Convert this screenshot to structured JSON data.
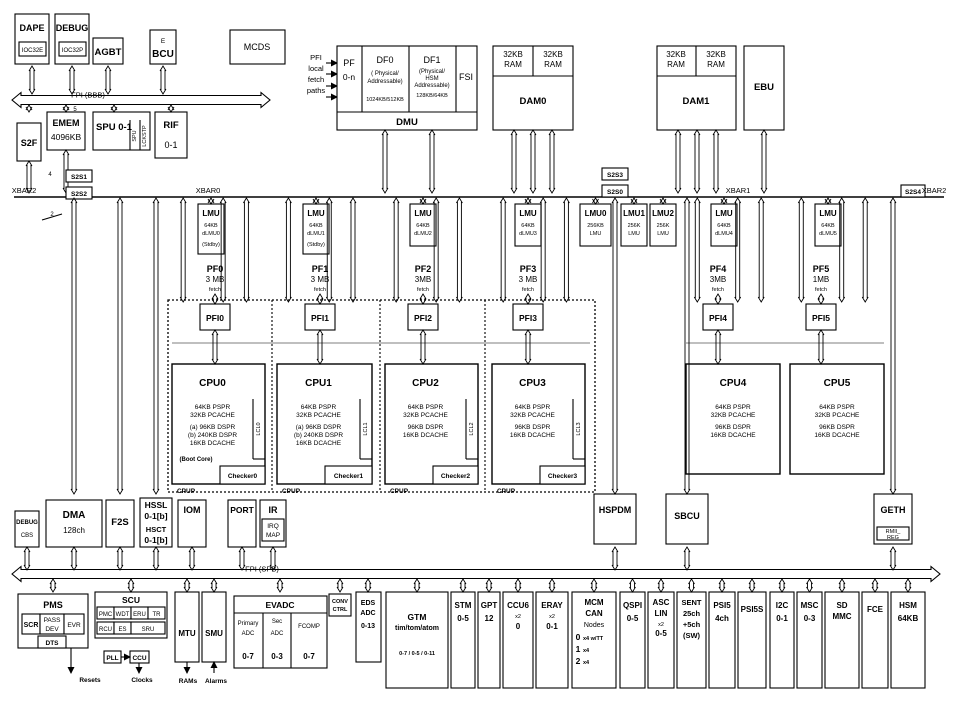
{
  "buses": {
    "fpi_bbb": "FPI (BBB)",
    "fpi_spb": "FPI (SPB)",
    "xbar0": "XBAR0",
    "xbar1": "XBAR1",
    "xbar2_left": "XBAR2",
    "xbar2_right": "XBAR2"
  },
  "bridges": {
    "s2s1": "S2S1",
    "s2s2": "S2S2",
    "s2s3": "S2S3",
    "s2s0": "S2S0",
    "s2s4": "S2S4"
  },
  "wire_labels": {
    "w4": "4",
    "w5": "5",
    "w2": "2"
  },
  "top": {
    "dape": {
      "title": "DAPE",
      "sub": "IOC32E"
    },
    "debug": {
      "title": "DEBUG",
      "sub": "IOC32P"
    },
    "agbt": "AGBT",
    "bcu_e": "E",
    "bcu": "BCU",
    "mcds": "MCDS",
    "s2f": "S2F",
    "emem": {
      "title": "EMEM",
      "sub": "4096KB"
    },
    "spu": {
      "title": "SPU 0-1",
      "c1": "SPU",
      "c2": "LCKSTP"
    },
    "rif": {
      "title": "RIF",
      "sub": "0-1"
    }
  },
  "pfi_paths": [
    "PFI",
    "local",
    "fetch",
    "paths"
  ],
  "dmu": {
    "pf_title": "PF",
    "pf_sub": "0-n",
    "df0_title": "DF0",
    "df0_l1": "( Physical/",
    "df0_l2": "Addressable)",
    "df0_size": "1024KB/512KB",
    "df1_title": "DF1",
    "df1_l1": "(Physical/",
    "df1_l2": "HSM",
    "df1_l3": "Addressable)",
    "df1_size": "128KB/64KB",
    "fsi": "FSI",
    "name": "DMU"
  },
  "dam0": {
    "ram1a": "32KB",
    "ram1b": "RAM",
    "ram2a": "32KB",
    "ram2b": "RAM",
    "name": "DAM0"
  },
  "dam1": {
    "ram1a": "32KB",
    "ram1b": "RAM",
    "ram2a": "32KB",
    "ram2b": "RAM",
    "name": "DAM1"
  },
  "ebu": "EBU",
  "lmus": [
    {
      "title": "LMU",
      "l1": "64KB",
      "l2": "dLMU0",
      "l3": "(Stdby)"
    },
    {
      "title": "LMU",
      "l1": "64KB",
      "l2": "dLMU1",
      "l3": "(Stdby)"
    },
    {
      "title": "LMU",
      "l1": "64KB",
      "l2": "dLMU2",
      "l3": ""
    },
    {
      "title": "LMU",
      "l1": "64KB",
      "l2": "dLMU3",
      "l3": ""
    },
    {
      "title": "LMU0",
      "l1": "256KB",
      "l2": "LMU",
      "l3": ""
    },
    {
      "title": "LMU1",
      "l1": "256K",
      "l2": "LMU",
      "l3": ""
    },
    {
      "title": "LMU2",
      "l1": "256K",
      "l2": "LMU",
      "l3": ""
    },
    {
      "title": "LMU",
      "l1": "64KB",
      "l2": "dLMU4",
      "l3": ""
    },
    {
      "title": "LMU",
      "l1": "64KB",
      "l2": "dLMU5",
      "l3": ""
    }
  ],
  "pfs": [
    {
      "title": "PF0",
      "size": "3 MB",
      "sub": "fetch"
    },
    {
      "title": "PF1",
      "size": "3 MB",
      "sub": "fetch"
    },
    {
      "title": "PF2",
      "size": "3MB",
      "sub": "fetch"
    },
    {
      "title": "PF3",
      "size": "3 MB",
      "sub": "fetch"
    },
    {
      "title": "PF4",
      "size": "3MB",
      "sub": "fetch"
    },
    {
      "title": "PF5",
      "size": "1MB",
      "sub": "fetch"
    }
  ],
  "pfis": [
    "PFI0",
    "PFI1",
    "PFI2",
    "PFI3",
    "PFI4",
    "PFI5"
  ],
  "cpus": [
    {
      "title": "CPU0",
      "l1": "64KB PSPR",
      "l2": "32KB PCACHE",
      "l3": "(a) 96KB DSPR",
      "l4": "(b) 240KB DSPR",
      "l5": "16KB DCACHE",
      "boot": "(Boot Core)",
      "checker": "Checker0",
      "lcl": "LCL0",
      "cpup": "CPUP"
    },
    {
      "title": "CPU1",
      "l1": "64KB PSPR",
      "l2": "32KB PCACHE",
      "l3": "(a) 96KB DSPR",
      "l4": "(b) 240KB DSPR",
      "l5": "16KB DCACHE",
      "checker": "Checker1",
      "lcl": "LCL1",
      "cpup": "CPUP"
    },
    {
      "title": "CPU2",
      "l1": "64KB PSPR",
      "l2": "32KB PCACHE",
      "l3": "96KB DSPR",
      "l4": "16KB DCACHE",
      "checker": "Checker2",
      "lcl": "LCL2",
      "cpup": "CPUP"
    },
    {
      "title": "CPU3",
      "l1": "64KB PSPR",
      "l2": "32KB PCACHE",
      "l3": "96KB DSPR",
      "l4": "16KB DCACHE",
      "checker": "Checker3",
      "lcl": "LCL3",
      "cpup": "CPUP"
    },
    {
      "title": "CPU4",
      "l1": "64KB PSPR",
      "l2": "32KB PCACHE",
      "l3": "96KB DSPR",
      "l4": "16KB DCACHE"
    },
    {
      "title": "CPU5",
      "l1": "64KB PSPR",
      "l2": "32KB PCACHE",
      "l3": "96KB DSPR",
      "l4": "16KB DCACHE"
    }
  ],
  "mid": {
    "debug_cbs": {
      "title": "DEBUG",
      "sub": "CBS"
    },
    "dma": {
      "title": "DMA",
      "sub": "128ch"
    },
    "f2s": "F2S",
    "hssl": {
      "title": "HSSL",
      "sub": "0-1[b]"
    },
    "hsct": {
      "title": "HSCT",
      "sub": "0-1[b]"
    },
    "iom": "IOM",
    "port": "PORT",
    "ir": {
      "title": "IR",
      "l1": "IRQ",
      "l2": "MAP"
    },
    "hspdm": "HSPDM",
    "sbcu": "SBCU",
    "geth": {
      "title": "GETH",
      "l1": "RMII_",
      "l2": "REG"
    }
  },
  "bottom": {
    "pms": {
      "title": "PMS",
      "scr": "SCR",
      "pass": "PASS",
      "dev": "DEV",
      "evr": "EVR",
      "dts": "DTS"
    },
    "scu": {
      "title": "SCU",
      "pmc": "PMC",
      "wdt": "WDT",
      "eru": "ERU",
      "tr": "TR",
      "rcu": "RCU",
      "es": "ES",
      "sru": "SRU"
    },
    "pll": "PLL",
    "ccu": "CCU",
    "resets": "Resets",
    "clocks": "Clocks",
    "mtu": "MTU",
    "smu": "SMU",
    "rams": "RAMs",
    "alarms": "Alarms",
    "evadc": {
      "title": "EVADC",
      "prim1": "Primary",
      "prim2": "ADC",
      "prim3": "0-7",
      "sec1": "Sec",
      "sec2": "ADC",
      "sec3": "0-3",
      "fcomp": "FCOMP",
      "fcomp3": "0-7"
    },
    "conv": {
      "l1": "CONV",
      "l2": "CTRL"
    },
    "edsadc": {
      "l1": "EDS",
      "l2": "ADC",
      "l3": "0-13"
    },
    "gtm": {
      "title": "GTM",
      "l1": "tim/tom/atom",
      "l2": "0-7 / 0-5 / 0-11"
    },
    "stm": {
      "title": "STM",
      "sub": "0-5"
    },
    "gpt": {
      "title": "GPT",
      "sub": "12"
    },
    "ccu6": {
      "title": "CCU6",
      "x": "x2",
      "sub": "0"
    },
    "eray": {
      "title": "ERAY",
      "x": "x2",
      "sub": "0-1"
    },
    "mcmcan": {
      "l1": "MCM",
      "l2": "CAN",
      "l3": "Nodes",
      "n0": "0",
      "n0s": "x4 w/TT",
      "n1": "1",
      "n1s": "x4",
      "n2": "2",
      "n2s": "x4"
    },
    "qspi": {
      "title": "QSPI",
      "sub": "0-5"
    },
    "asclin": {
      "l1": "ASC",
      "l2": "LIN",
      "x": "x2",
      "l3": "0-5"
    },
    "sent": {
      "l1": "SENT",
      "l2": "25ch",
      "l3": "+5ch",
      "l4": "(SW)"
    },
    "psi5": {
      "title": "PSI5",
      "sub": "4ch"
    },
    "psi5s": "PSI5S",
    "i2c": {
      "title": "I2C",
      "sub": "0-1"
    },
    "msc": {
      "title": "MSC",
      "sub": "0-3"
    },
    "sdmmc": {
      "l1": "SD",
      "l2": "MMC"
    },
    "fce": "FCE",
    "hsm": {
      "title": "HSM",
      "sub": "64KB"
    }
  }
}
